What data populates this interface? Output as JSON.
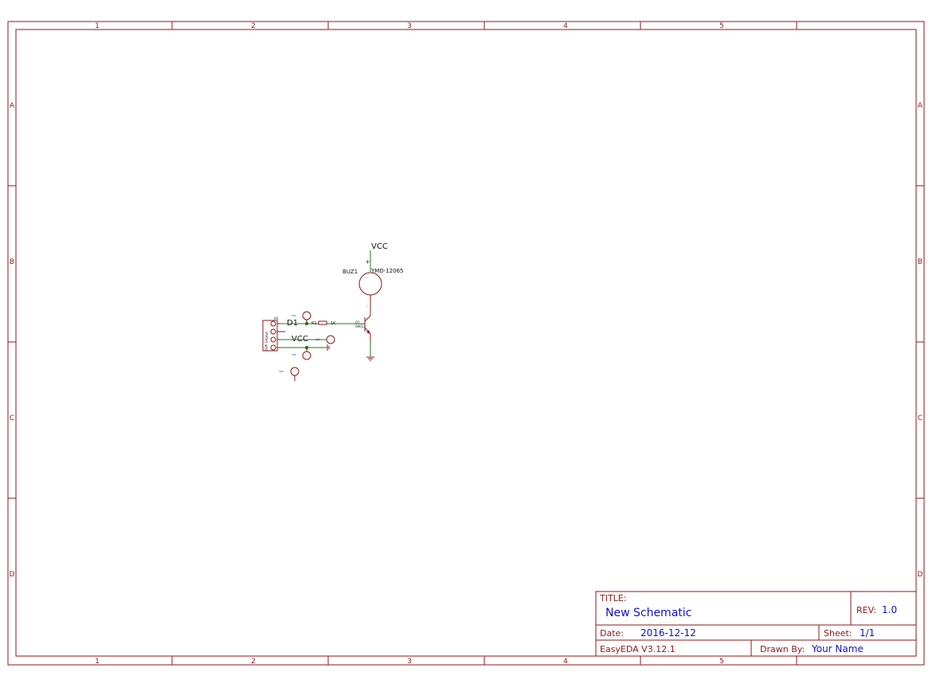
{
  "sheet": {
    "columns": [
      "1",
      "2",
      "3",
      "4",
      "5"
    ],
    "rows": [
      "A",
      "B",
      "C",
      "D"
    ],
    "frame_color": "#8b1a1a",
    "wire_color": "#1f7a1f",
    "value_color": "#1111cc"
  },
  "title_block": {
    "title_label": "TITLE:",
    "title_value": "New Schematic",
    "rev_label": "REV:",
    "rev_value": "1.0",
    "date_label": "Date:",
    "date_value": "2016-12-12",
    "sheet_label": "Sheet:",
    "sheet_value": "1/1",
    "software": "EasyEDA V3.12.1",
    "drawn_by_label": "Drawn By:",
    "drawn_by_value": "Your Name"
  },
  "schematic": {
    "vcc_top": "VCC",
    "buzzer_ref": "BUZ1",
    "buzzer_part": "YMD-12065",
    "buzzer_plus": "+",
    "d1_net": "D1",
    "resistor_ref": "R1",
    "resistor_value": "1K",
    "transistor_ref": "Q1",
    "transistor_part": "S9013",
    "vcc_mid": "VCC",
    "connector_label": "GVP Groove",
    "h1_ref": "H1",
    "tp_top": "TP1",
    "tp_mid": "TP2",
    "tp_low": "TP3",
    "tp_bottom": "TP4"
  }
}
